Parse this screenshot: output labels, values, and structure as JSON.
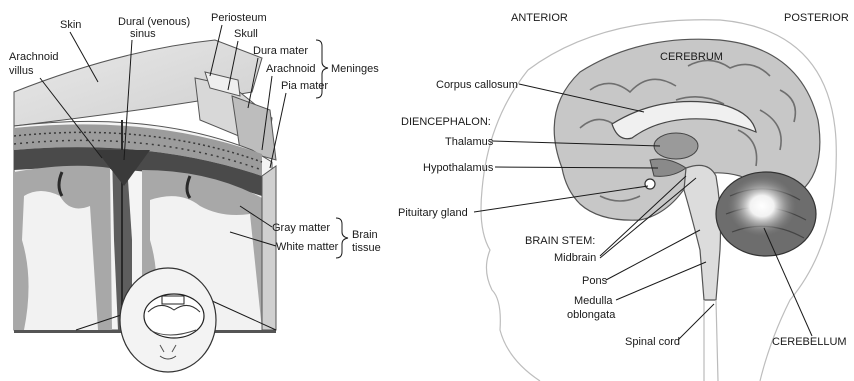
{
  "left_panel": {
    "labels": {
      "skin": "Skin",
      "dural_sinus_1": "Dural (venous)",
      "dural_sinus_2": "sinus",
      "periosteum": "Periosteum",
      "skull": "Skull",
      "arachnoid_villus_1": "Arachnoid",
      "arachnoid_villus_2": "villus",
      "dura_mater": "Dura mater",
      "arachnoid": "Arachnoid",
      "pia_mater": "Pia mater",
      "meninges": "Meninges",
      "gray_matter": "Gray matter",
      "white_matter": "White matter",
      "brain_tissue_1": "Brain",
      "brain_tissue_2": "tissue"
    }
  },
  "right_panel": {
    "labels": {
      "anterior": "ANTERIOR",
      "posterior": "POSTERIOR",
      "cerebrum": "CEREBRUM",
      "corpus_callosum": "Corpus callosum",
      "diencephalon": "DIENCEPHALON:",
      "thalamus": "Thalamus",
      "hypothalamus": "Hypothalamus",
      "pituitary_gland": "Pituitary gland",
      "brain_stem": "BRAIN STEM:",
      "midbrain": "Midbrain",
      "pons": "Pons",
      "medulla_1": "Medulla",
      "medulla_2": "oblongata",
      "spinal_cord": "Spinal cord",
      "cerebellum": "CEREBELLUM"
    }
  }
}
